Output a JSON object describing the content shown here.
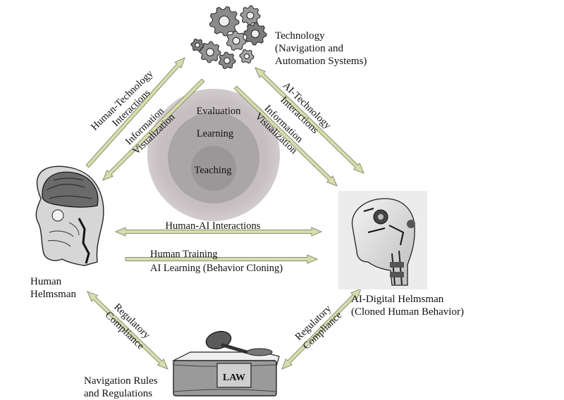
{
  "nodes": {
    "technology": {
      "lines": [
        "Technology",
        "(Navigation and",
        "Automation Systems)"
      ],
      "icon": "gears-icon"
    },
    "human": {
      "lines": [
        "Human",
        "Helmsman"
      ],
      "icon": "human-head-xray-icon"
    },
    "ai": {
      "lines": [
        "AI-Digital Helmsman",
        "(Cloned Human Behavior)"
      ],
      "icon": "robot-head-icon"
    },
    "rules": {
      "lines": [
        "Navigation Rules",
        "and Regulations"
      ],
      "icon": "law-book-gavel-icon",
      "book_text": "LAW"
    }
  },
  "circles": {
    "outer": "Evaluation",
    "middle": "Learning",
    "inner": "Teaching"
  },
  "arrows": {
    "human_tech": [
      "Human-Technology",
      "Interactions"
    ],
    "tech_to_human": [
      "Information",
      "Visualization"
    ],
    "ai_tech": [
      "AI-Technology",
      "Interactions"
    ],
    "tech_to_ai": [
      "Information",
      "Visualization"
    ],
    "human_ai": "Human-AI Interactions",
    "training": [
      "Human Training",
      "AI Learning (Behavior Cloning)"
    ],
    "human_rules": [
      "Regulatory",
      "Compliance"
    ],
    "ai_rules": [
      "Regulatory",
      "Compliance"
    ]
  },
  "colors": {
    "arrow_fill": "#d8ddb0",
    "arrow_stroke": "#8c8f6c",
    "circle_outer": "#c9c2c4",
    "circle_middle": "#a9a4a6",
    "circle_inner": "#9a9698"
  }
}
